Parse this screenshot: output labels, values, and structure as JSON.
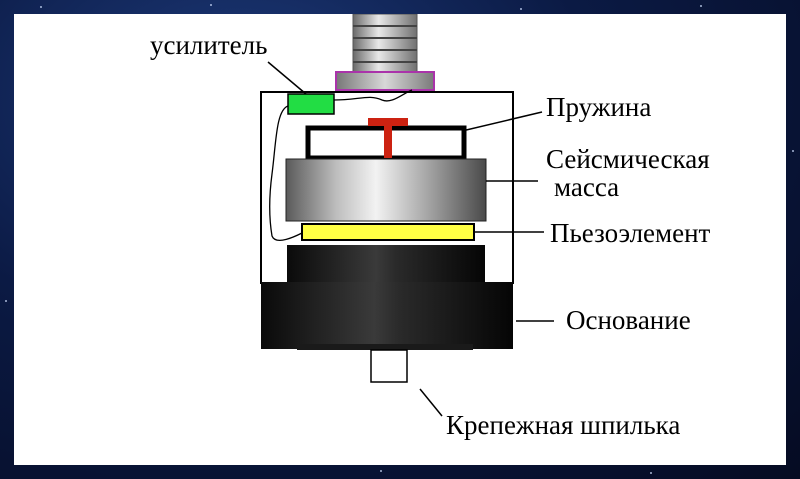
{
  "labels": {
    "amplifier": "усилитель",
    "spring": "Пружина",
    "seismic_mass_line1": "Сейсмическая",
    "seismic_mass_line2": "масса",
    "piezo": "Пьезоэлемент",
    "base": "Основание",
    "stud": "Крепежная шпилька"
  },
  "colors": {
    "amplifier": "#22dd44",
    "piezo": "#ffff44",
    "spring": "#cc2211",
    "connector_outline": "#aa33aa",
    "base": "#111111"
  }
}
